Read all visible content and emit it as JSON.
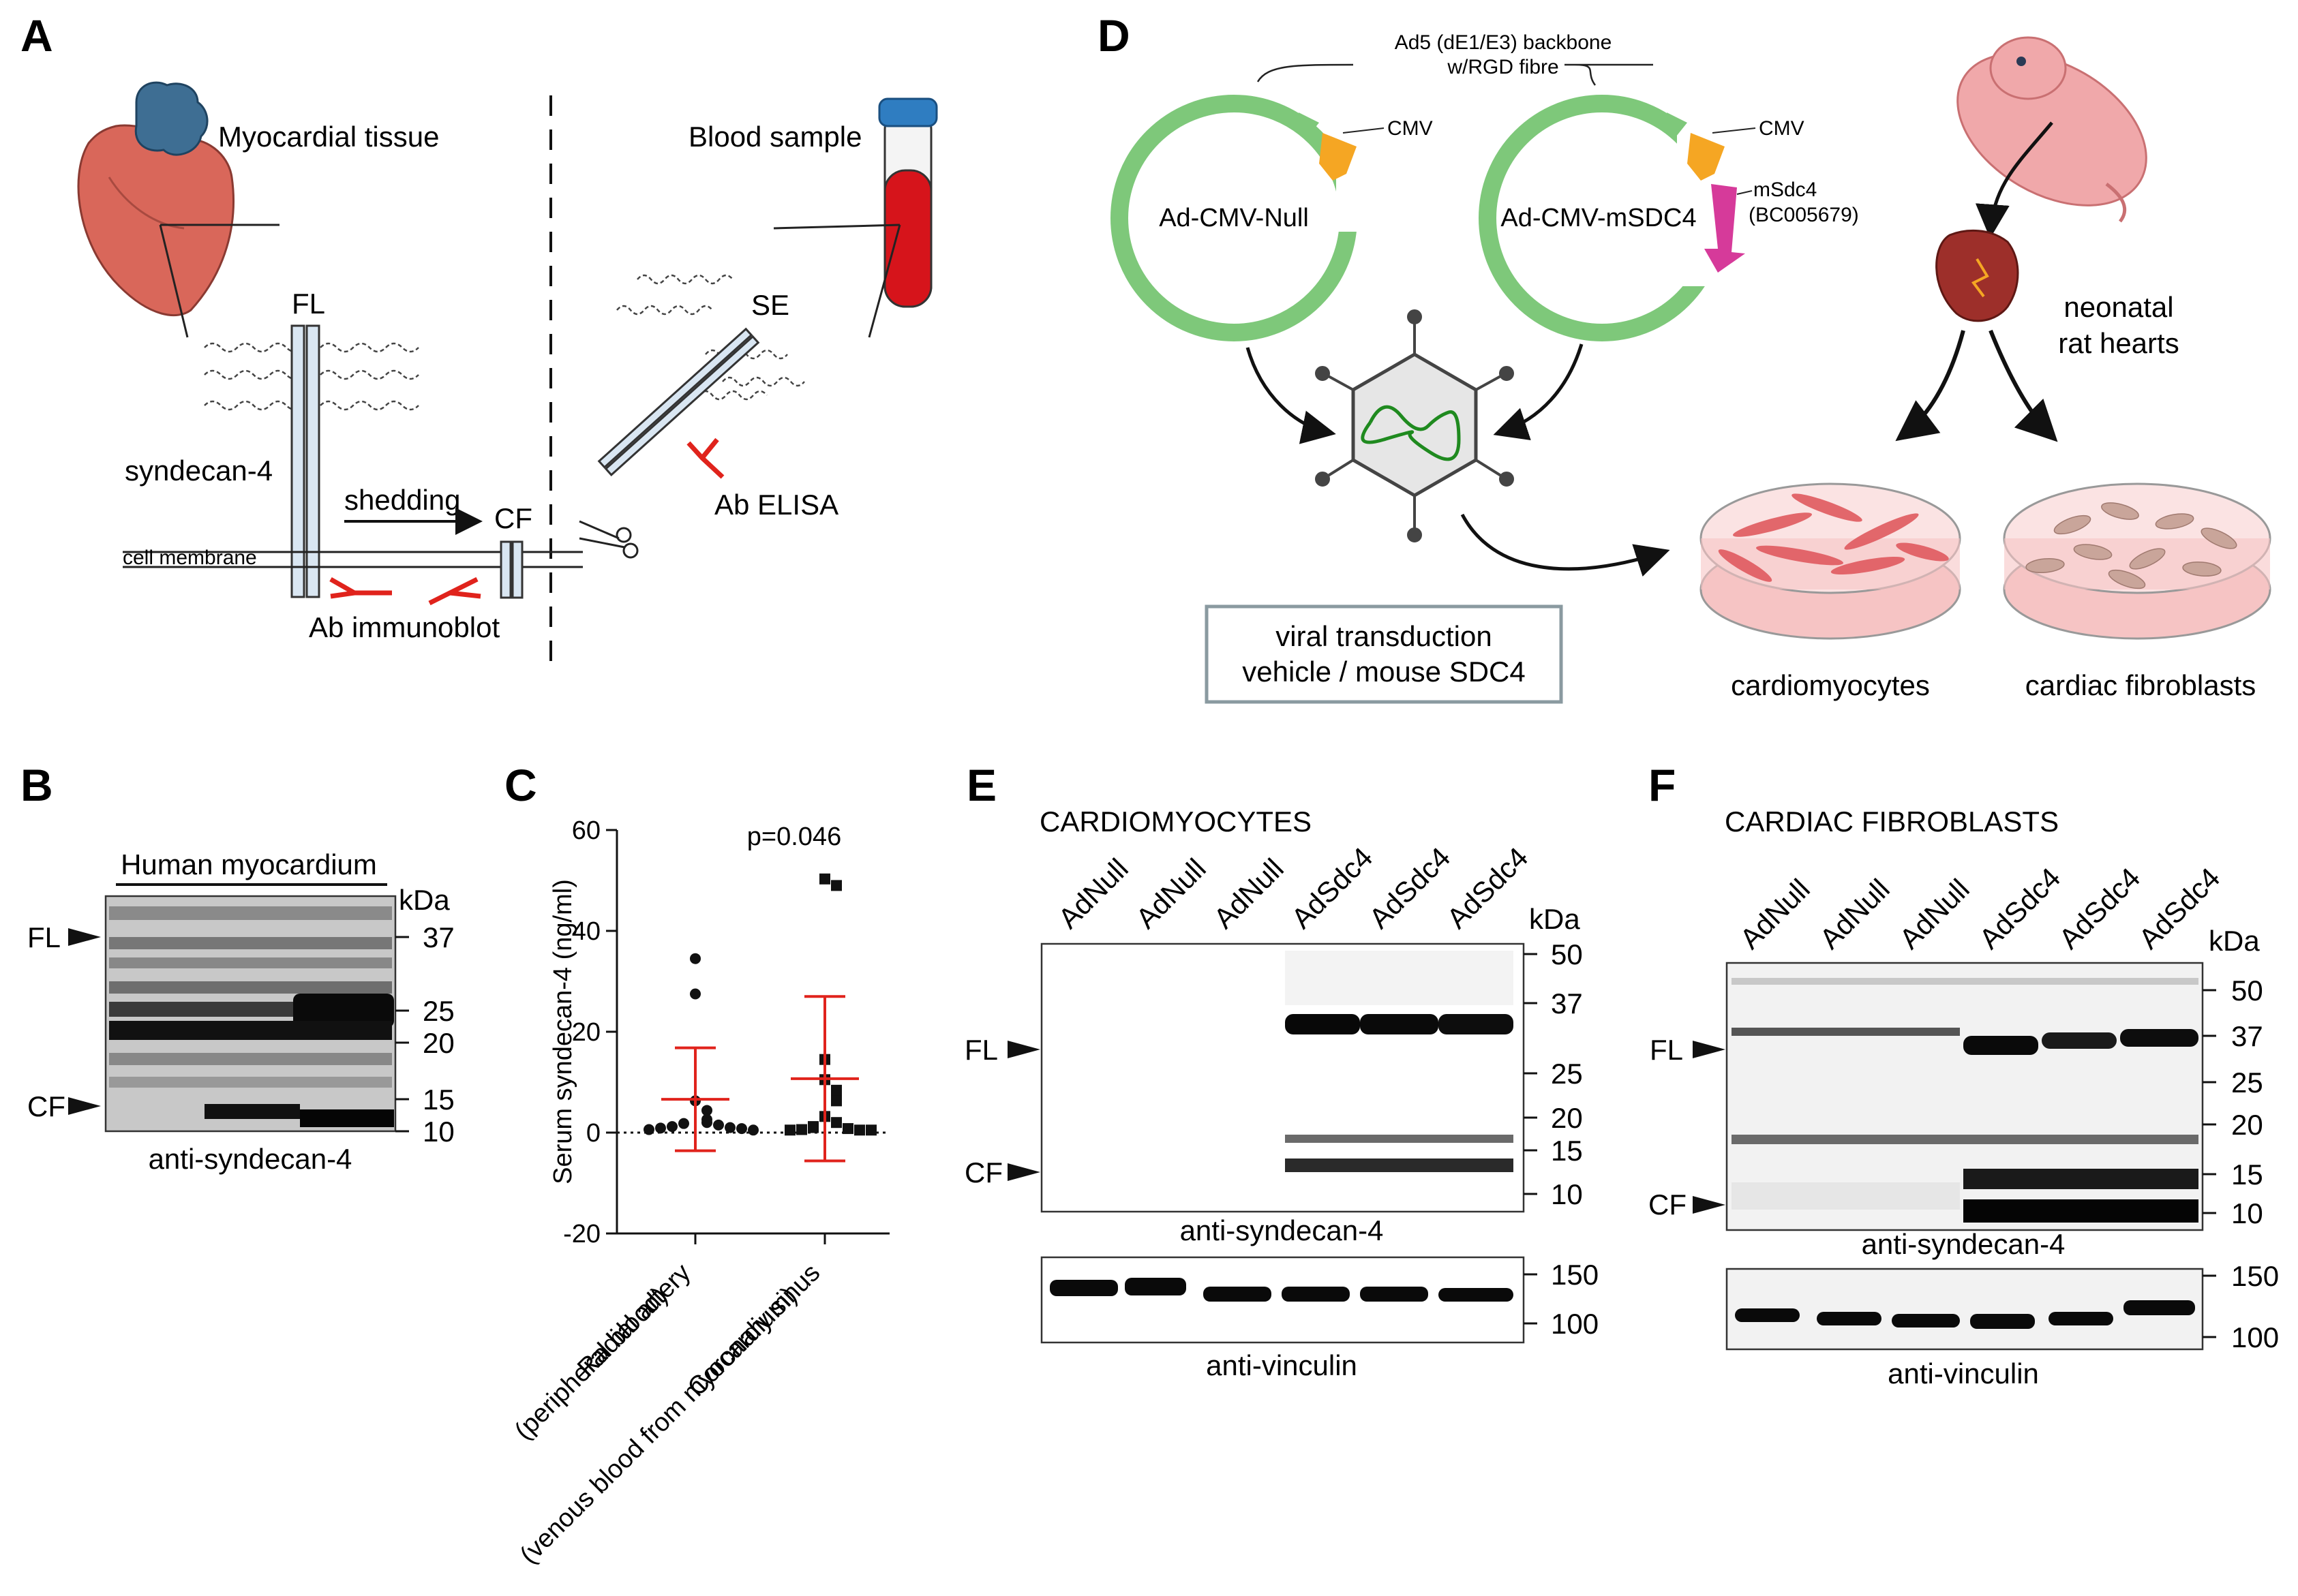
{
  "panels": {
    "A": {
      "label": "A",
      "myocardial_tissue": "Myocardial tissue",
      "blood_sample": "Blood sample",
      "fl": "FL",
      "se": "SE",
      "syndecan4": "syndecan-4",
      "shedding": "shedding",
      "cf": "CF",
      "cell_membrane": "cell membrane",
      "ab_immunoblot": "Ab immunoblot",
      "ab_elisa": "Ab ELISA"
    },
    "B": {
      "label": "B",
      "title": "Human myocardium",
      "kda": "kDa",
      "markers": [
        "37",
        "25",
        "20",
        "15",
        "10"
      ],
      "fl": "FL",
      "cf": "CF",
      "antibody": "anti-syndecan-4"
    },
    "C": {
      "label": "C",
      "p_value": "p=0.046"
    },
    "D": {
      "label": "D",
      "backbone": "Ad5 (dE1/E3) backbone",
      "backbone2": "w/RGD fibre",
      "cmv1": "CMV",
      "cmv2": "CMV",
      "plasmid1": "Ad-CMV-Null",
      "plasmid2": "Ad-CMV-mSDC4",
      "msdc4": "mSdc4",
      "accession": "(BC005679)",
      "neonatal1": "neonatal",
      "neonatal2": "rat hearts",
      "vehicle1": "viral transduction",
      "vehicle2": "vehicle / mouse SDC4",
      "cardiomyocytes": "cardiomyocytes",
      "fibroblasts": "cardiac fibroblasts"
    },
    "E": {
      "label": "E",
      "title": "CARDIOMYOCYTES",
      "lanes": [
        "AdNull",
        "AdNull",
        "AdNull",
        "AdSdc4",
        "AdSdc4",
        "AdSdc4"
      ],
      "kda": "kDa",
      "markers_top": [
        "50",
        "37",
        "25",
        "20",
        "15",
        "10"
      ],
      "markers_bottom": [
        "150",
        "100"
      ],
      "fl": "FL",
      "cf": "CF",
      "antibody_top": "anti-syndecan-4",
      "antibody_bottom": "anti-vinculin"
    },
    "F": {
      "label": "F",
      "title": "CARDIAC FIBROBLASTS",
      "lanes": [
        "AdNull",
        "AdNull",
        "AdNull",
        "AdSdc4",
        "AdSdc4",
        "AdSdc4"
      ],
      "kda": "kDa",
      "markers_top": [
        "50",
        "37",
        "25",
        "20",
        "15",
        "10"
      ],
      "markers_bottom": [
        "150",
        "100"
      ],
      "fl": "FL",
      "cf": "CF",
      "antibody_top": "anti-syndecan-4",
      "antibody_bottom": "anti-vinculin"
    }
  },
  "chart_data": {
    "type": "scatter",
    "ylabel": "Serum syndecan-4 (ng/ml)",
    "ylim": [
      -20,
      60
    ],
    "yticks": [
      -20,
      0,
      20,
      40,
      60
    ],
    "categories": [
      "Radial artery\n(peripheral blood)",
      "Coronary sinus\n(venous blood from myocardium)"
    ],
    "xtick_labels": [
      [
        "Radial artery",
        "(peripheral blood)"
      ],
      [
        "Coronary sinus",
        "(venous blood from myocardium)"
      ]
    ],
    "zero_line": "dotted",
    "summary_color": "#e0231c",
    "series": [
      {
        "marker": "circle",
        "values": [
          34.5,
          27.5,
          6.3,
          4.4,
          2.6,
          2.0,
          1.8,
          1.5,
          1.2,
          1.0,
          0.9,
          0.8,
          0.6,
          0.5
        ],
        "mean": 6.6,
        "sd_low": -3.6,
        "sd_high": 16.8
      },
      {
        "marker": "square",
        "values": [
          50.3,
          49.0,
          14.5,
          10.5,
          8.4,
          6.3,
          3.2,
          2.0,
          1.2,
          1.0,
          0.8,
          0.6,
          0.5,
          0.5,
          0.5
        ],
        "mean": 10.7,
        "sd_low": -5.6,
        "sd_high": 27.0
      }
    ]
  },
  "colors": {
    "red": "#e0231c",
    "green_ring": "#7ec87a",
    "orange_promoter": "#f5a623",
    "magenta_gene": "#d63a9a",
    "membrane_blue": "#d9e6f2",
    "dish_pink": "#f6c4c4",
    "heart_red": "#d9675a",
    "heart_blue": "#3e6e93"
  }
}
